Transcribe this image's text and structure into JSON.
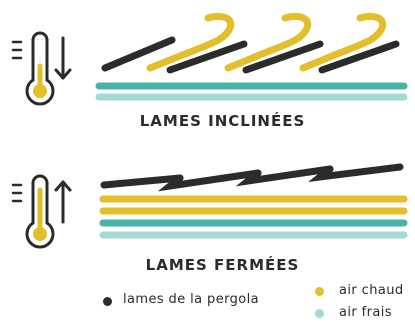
{
  "sections": [
    {
      "label": "LAMES INCLINÉES"
    },
    {
      "label": "LAMES FERMÉES"
    }
  ],
  "legend": [
    {
      "label": "lames de la pergola",
      "color": "#2b2b2b"
    },
    {
      "label": "air chaud",
      "color": "#e2bf2b"
    },
    {
      "label": "air frais",
      "color": "#a3dad5"
    }
  ],
  "colors": {
    "slat": "#2b2b2b",
    "warm_air": "#e2bf2b",
    "cool_air": "#a3dad5",
    "teal_band": "#4ab3a7",
    "thermometer_outline": "#2b2b2b",
    "thermometer_fill": "#e2bf2b"
  },
  "icons": {
    "top_thermometer": "thermometer-icon",
    "top_arrow": "arrow-down-icon",
    "bottom_thermometer": "thermometer-icon",
    "bottom_arrow": "arrow-up-icon"
  }
}
